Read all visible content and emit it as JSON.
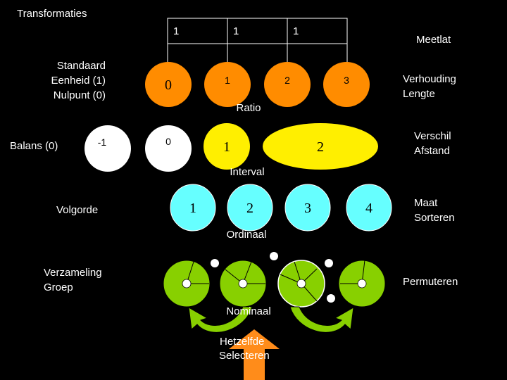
{
  "title": "Transformaties",
  "ruler": {
    "cells": [
      "1",
      "1",
      "1"
    ],
    "label": "Meetlat"
  },
  "ratio": {
    "left_label": [
      "Standaard",
      "Eenheid (1)",
      "Nulpunt (0)"
    ],
    "circles": [
      "0",
      "1",
      "2",
      "3"
    ],
    "color": "#FF8C00",
    "right_label": [
      "Verhouding",
      "Lengte"
    ],
    "caption": "Ratio"
  },
  "interval": {
    "left_label": "Balans (0)",
    "circles": [
      "-1",
      "0",
      "1",
      "2"
    ],
    "colors": [
      "#FFFFFF",
      "#FFFFFF",
      "#FFEF00",
      "#FFEF00"
    ],
    "right_label": [
      "Verschil",
      "Afstand"
    ],
    "caption": "Interval"
  },
  "ordinal": {
    "left_label": "Volgorde",
    "circles": [
      "1",
      "2",
      "3",
      "4"
    ],
    "color": "#66FFFF",
    "right_label": [
      "Maat",
      "Sorteren"
    ],
    "caption": "Ordinaal"
  },
  "nominal": {
    "left_label": [
      "Verzameling",
      "Groep"
    ],
    "color": "#88D000",
    "right_label": "Permuteren",
    "caption": "Nominaal",
    "arrow_color": "#88D000"
  },
  "select": {
    "label": [
      "Hetzelfde",
      "Selecteren"
    ],
    "arrow_color": "#FF8C1A"
  }
}
